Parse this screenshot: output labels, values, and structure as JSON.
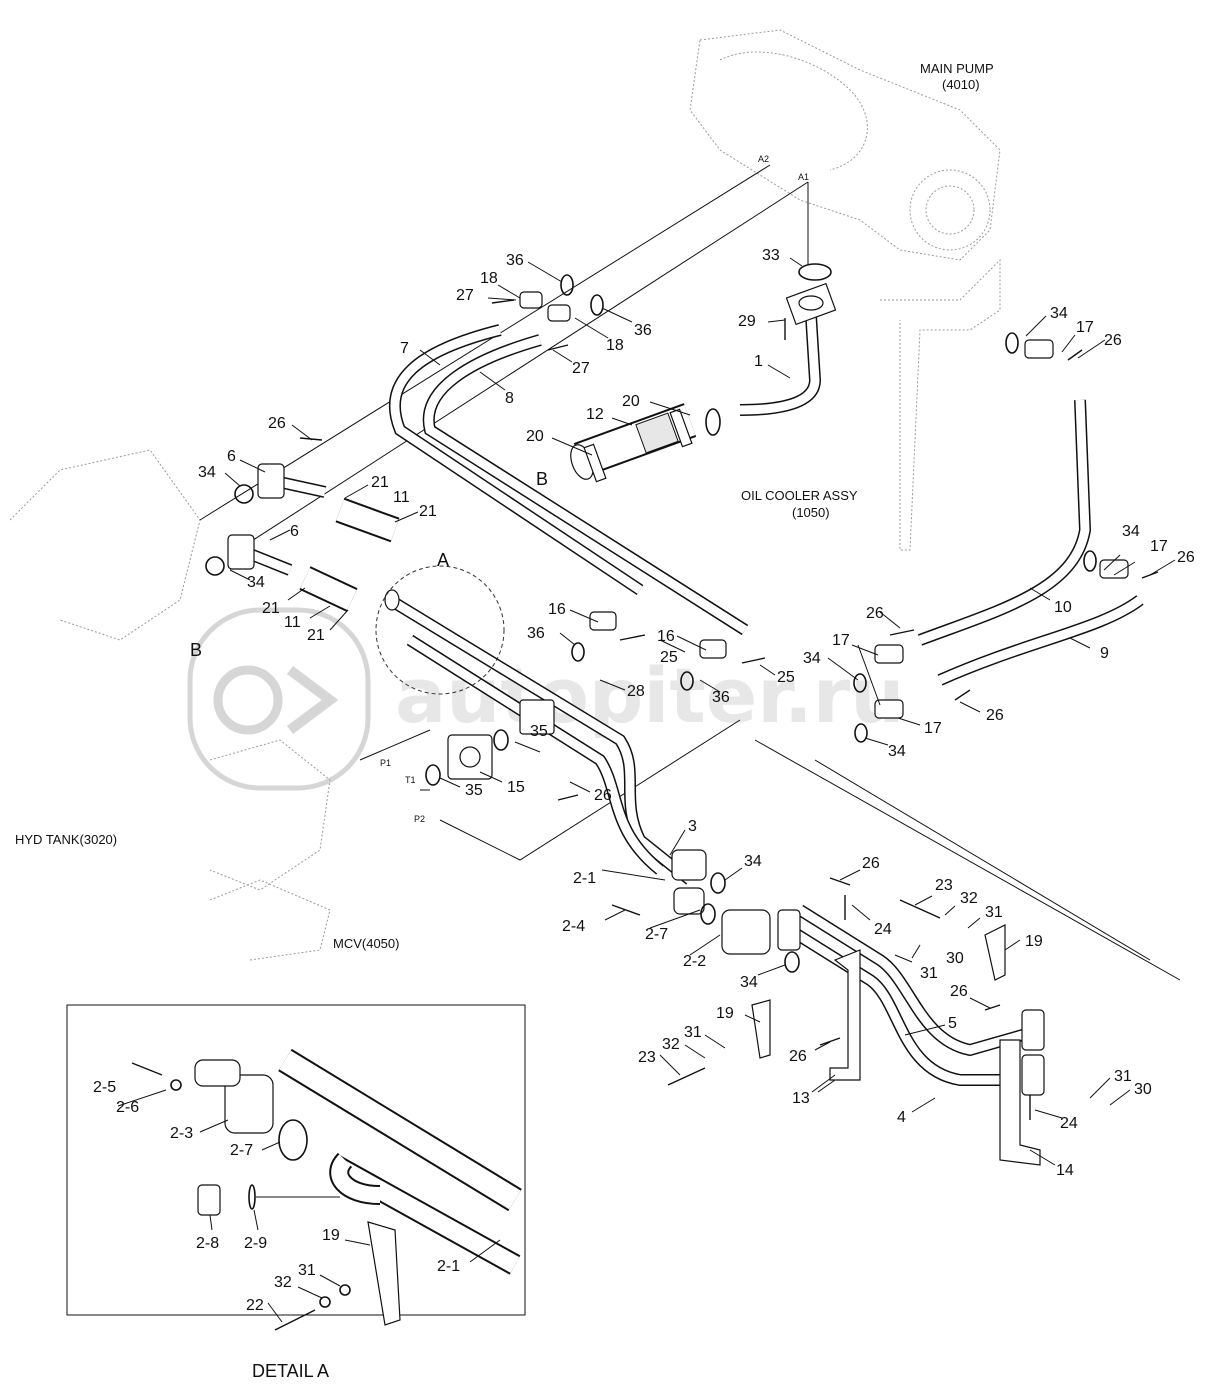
{
  "diagram": {
    "assemblies": {
      "main_pump": "MAIN PUMP",
      "main_pump_no": "(4010)",
      "oil_cooler": "OIL COOLER ASSY",
      "oil_cooler_no": "(1050)",
      "hyd_tank": "HYD TANK(3020)",
      "mcv": "MCV(4050)",
      "detail_title": "DETAIL A"
    },
    "ports": {
      "a2": "A2",
      "a1": "A1",
      "p1": "P1",
      "t1": "T1",
      "p2": "P2"
    },
    "views": {
      "a": "A",
      "b": "B"
    },
    "callouts": {
      "c36a": "36",
      "c18a": "18",
      "c27a": "27",
      "c36b": "36",
      "c18b": "18",
      "c27b": "27",
      "c7": "7",
      "c8": "8",
      "c33": "33",
      "c29": "29",
      "c1": "1",
      "c20a": "20",
      "c12": "12",
      "c20b": "20",
      "c34a": "34",
      "c17a": "17",
      "c26a": "26",
      "c26b": "26",
      "c6a": "6",
      "c34b": "34",
      "c21a": "21",
      "c11a": "11",
      "c21b": "21",
      "c6b": "6",
      "c34c": "34",
      "c21c": "21",
      "c11b": "11",
      "c21d": "21",
      "c16a": "16",
      "c36c": "36",
      "c25a": "25",
      "c16b": "16",
      "c36d": "36",
      "c25b": "25",
      "c28": "28",
      "c26c": "26",
      "c17b": "17",
      "c34d": "34",
      "c17c": "17",
      "c34e": "34",
      "c26d": "26",
      "c34f": "34",
      "c17d": "17",
      "c26e": "26",
      "c10": "10",
      "c9": "9",
      "c35a": "35",
      "c35b": "35",
      "c15": "15",
      "c26f": "26",
      "c3": "3",
      "c2_1": "2-1",
      "c34g": "34",
      "c26g": "26",
      "c23a": "23",
      "c32a": "32",
      "c31a": "31",
      "c19a": "19",
      "c2_4": "2-4",
      "c2_7": "2-7",
      "c24a": "24",
      "c30a": "30",
      "c31b": "31",
      "c2_2": "2-2",
      "c34h": "34",
      "c26h": "26",
      "c5": "5",
      "c19b": "19",
      "c31c": "31",
      "c32b": "32",
      "c23b": "23",
      "c26i": "26",
      "c13": "13",
      "c4": "4",
      "c31d": "31",
      "c30b": "30",
      "c24b": "24",
      "c14": "14"
    },
    "detail_callouts": {
      "d2_5": "2-5",
      "d2_6": "2-6",
      "d2_3": "2-3",
      "d2_7": "2-7",
      "d2_8": "2-8",
      "d2_9": "2-9",
      "d19": "19",
      "d31": "31",
      "d32": "32",
      "d22": "22",
      "d2_1": "2-1"
    },
    "watermark": "autopiter.ru"
  }
}
